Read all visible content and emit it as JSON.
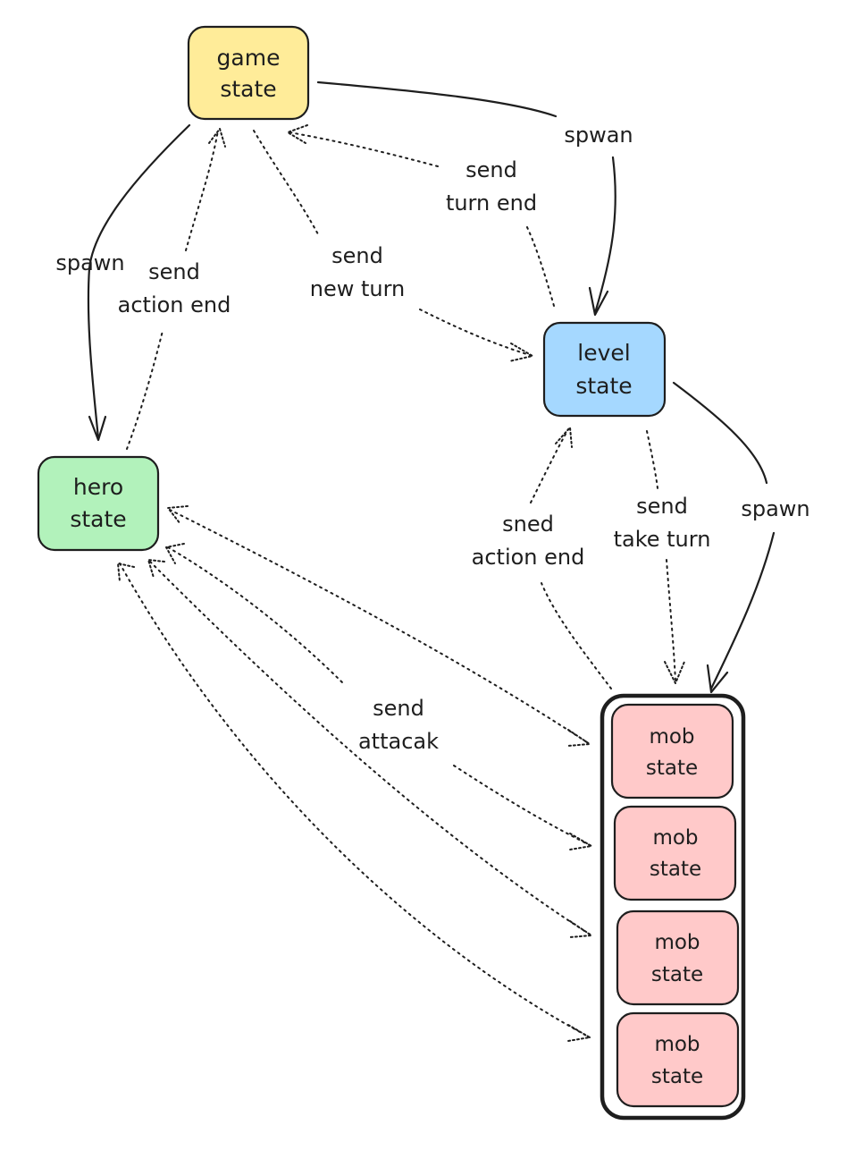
{
  "nodes": {
    "game": {
      "line1": "game",
      "line2": "state",
      "fill": "#ffec99"
    },
    "level": {
      "line1": "level",
      "line2": "state",
      "fill": "#a5d8ff"
    },
    "hero": {
      "line1": "hero",
      "line2": "state",
      "fill": "#b2f2bb"
    },
    "mobs": [
      {
        "line1": "mob",
        "line2": "state"
      },
      {
        "line1": "mob",
        "line2": "state"
      },
      {
        "line1": "mob",
        "line2": "state"
      },
      {
        "line1": "mob",
        "line2": "state"
      }
    ],
    "mob_fill": "#ffc9c9"
  },
  "edges": {
    "game_to_hero": {
      "line1": "spawn"
    },
    "hero_to_game": {
      "line1": "send",
      "line2": "action end"
    },
    "game_to_level": {
      "line1": "send",
      "line2": "new turn"
    },
    "level_to_game": {
      "line1": "send",
      "line2": "turn end"
    },
    "game_spawn_level": {
      "line1": "spwan"
    },
    "mob_to_level": {
      "line1": "sned",
      "line2": "action end"
    },
    "level_to_mob": {
      "line1": "send",
      "line2": "take turn"
    },
    "level_spawn_mob": {
      "line1": "spawn"
    },
    "hero_mob_attack": {
      "line1": "send",
      "line2": "attacak"
    }
  }
}
